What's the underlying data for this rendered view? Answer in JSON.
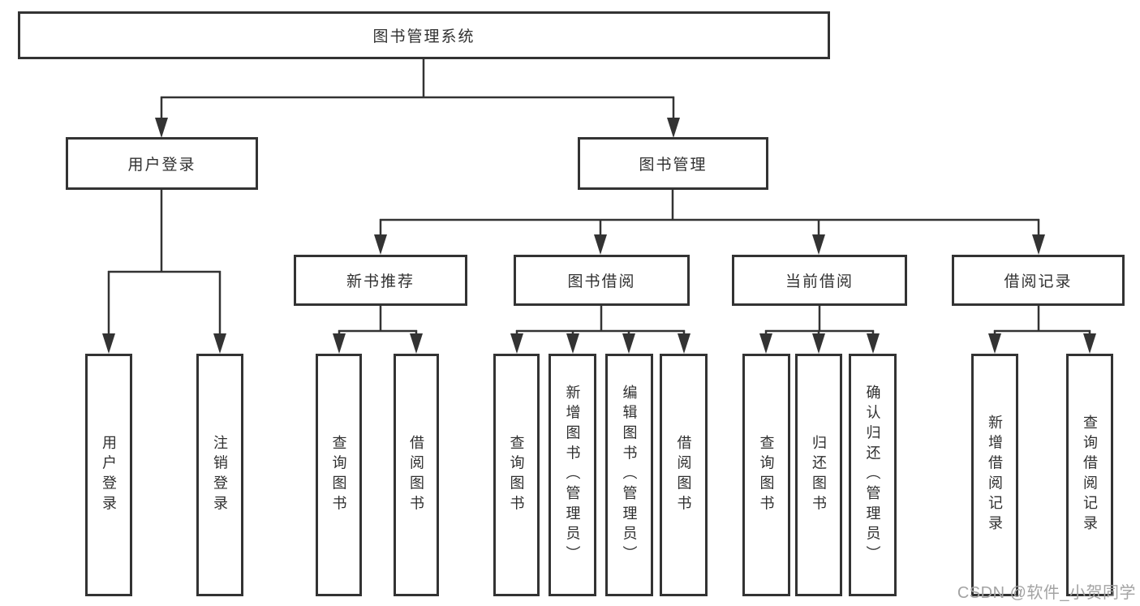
{
  "diagram": {
    "title": "图书管理系统",
    "level2": [
      {
        "label": "用户登录",
        "leaves": [
          "用户登录",
          "注销登录"
        ]
      },
      {
        "label": "图书管理",
        "modules": [
          {
            "label": "新书推荐",
            "leaves": [
              "查询图书",
              "借阅图书"
            ]
          },
          {
            "label": "图书借阅",
            "leaves": [
              "查询图书",
              "新增图书（管理员）",
              "编辑图书（管理员）",
              "借阅图书"
            ]
          },
          {
            "label": "当前借阅",
            "leaves": [
              "查询图书",
              "归还图书",
              "确认归还（管理员）"
            ]
          },
          {
            "label": "借阅记录",
            "leaves": [
              "新增借阅记录",
              "查询借阅记录"
            ]
          }
        ]
      }
    ]
  },
  "watermark": "CSDN @软件_小贺同学",
  "colors": {
    "line": "#333333",
    "box_background": "#ffffff",
    "text": "#303030",
    "watermark": "#a3a3a3"
  }
}
